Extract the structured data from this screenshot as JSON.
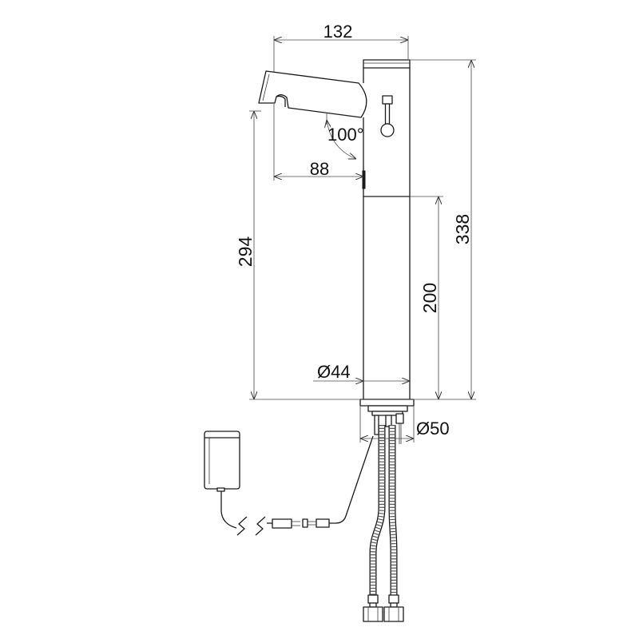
{
  "drawing": {
    "dimensions": {
      "spout_length": "132",
      "spout_angle": "100°",
      "spout_reach": "88",
      "spout_outlet_height": "294",
      "lower_body_height": "200",
      "overall_height": "338",
      "body_diameter": "Ø44",
      "base_diameter": "Ø50"
    }
  },
  "colors": {
    "line": "#1a1a1a",
    "background": "#ffffff"
  }
}
